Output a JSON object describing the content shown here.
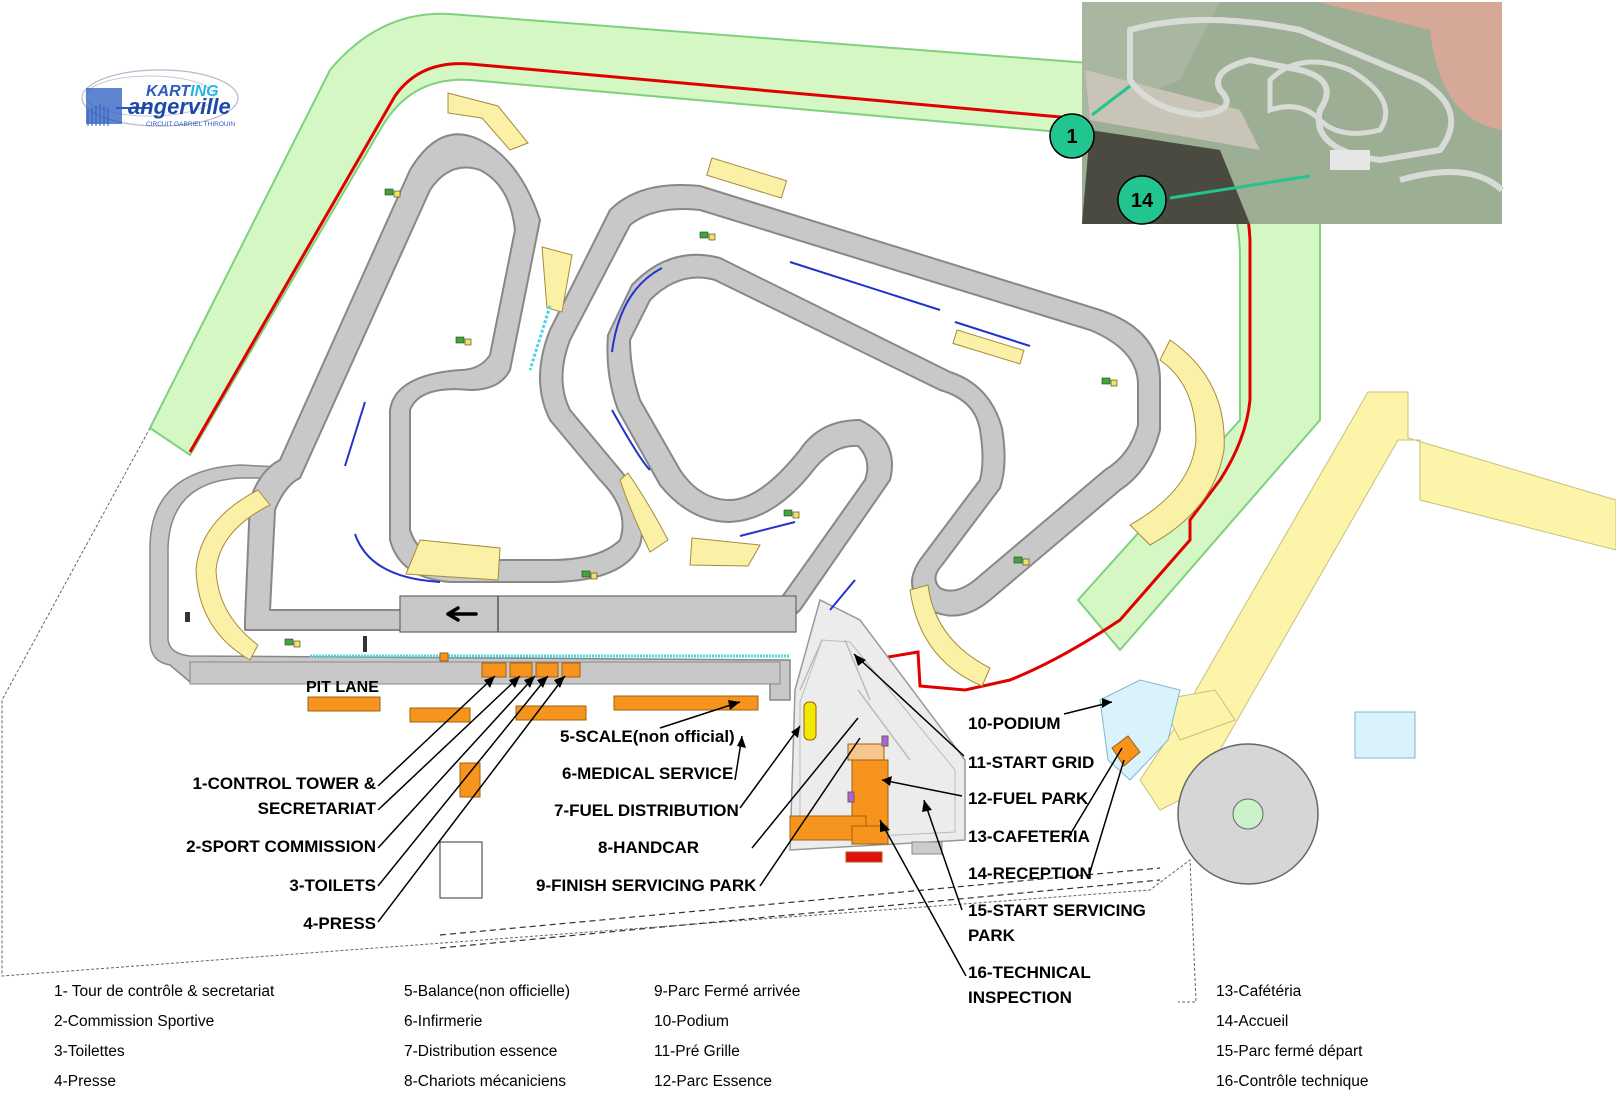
{
  "logo": {
    "word_top_a": "KART",
    "word_top_b": "ING",
    "word_main": "angerville",
    "tagline": "CIRCUIT GABRIEL THIROUIN"
  },
  "track": {
    "pit_lane": "PIT LANE"
  },
  "photo_inset": {
    "markers": [
      "1",
      "14"
    ]
  },
  "callouts": [
    "1-CONTROL TOWER &",
    "SECRETARIAT",
    "2-SPORT COMMISSION",
    "3-TOILETS",
    "4-PRESS",
    "5-SCALE(non official)",
    "6-MEDICAL SERVICE",
    "7-FUEL DISTRIBUTION",
    "8-HANDCAR",
    "9-FINISH SERVICING PARK",
    "10-PODIUM",
    "11-START GRID",
    "12-FUEL PARK",
    "13-CAFETERIA",
    "14-RECEPTION",
    "15-START SERVICING",
    "PARK",
    "16-TECHNICAL",
    "INSPECTION"
  ],
  "legend": {
    "col1": [
      "1- Tour de contrôle & secretariat",
      "2-Commission Sportive",
      "3-Toilettes",
      "4-Presse"
    ],
    "col2": [
      "5-Balance(non officielle)",
      "6-Infirmerie",
      "7-Distribution essence",
      "8-Chariots mécaniciens"
    ],
    "col3": [
      "9-Parc Fermé arrivée",
      "10-Podium",
      "11-Pré Grille",
      "12-Parc Essence"
    ],
    "col4": [
      "13-Cafétéria",
      "14-Accueil",
      "15-Parc fermé départ",
      "16-Contrôle technique"
    ]
  },
  "colors": {
    "track": "#c8c8c8",
    "track_edge": "#888888",
    "grass_band": "#d4f7c4",
    "grass_edge": "#7fd07f",
    "barrier": "#e00000",
    "buffer": "#fbf1a6",
    "building": "#f7941d",
    "paddock": "#fbf4a9",
    "cafe_blue": "#d9f2fb",
    "marker_green": "#22c48f"
  }
}
